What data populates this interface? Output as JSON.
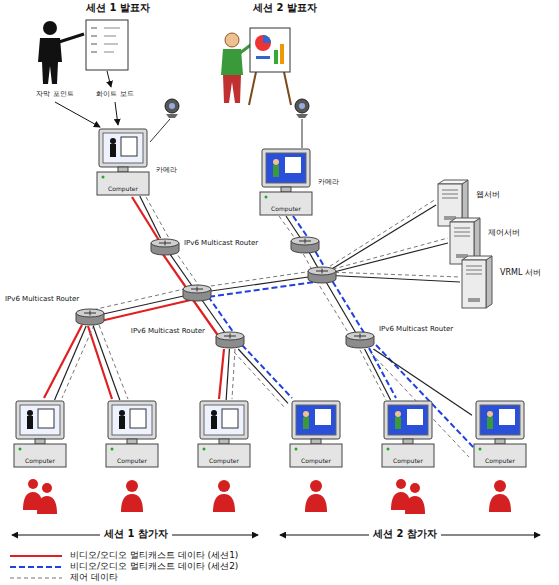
{
  "diagram": {
    "nodes": [
      {
        "text": [
          "Computer"
        ]
      },
      {
        "text": [
          "Computer"
        ]
      },
      {
        "text": [
          "IPv6 Multicast Router"
        ]
      },
      {
        "text": [
          "IPv6 Multicast Router"
        ]
      },
      {
        "text": [
          "IPv6 Multicast Router"
        ]
      },
      {
        "text": [
          "IPv6 Multicast Router"
        ]
      },
      {
        "text": [
          "웹서버"
        ]
      },
      {
        "text": [
          "제어서버"
        ]
      },
      {
        "text": [
          "VRML 서버"
        ]
      },
      {
        "text": [
          "Computer"
        ]
      },
      {
        "text": [
          "Computer"
        ]
      },
      {
        "text": [
          "Computer"
        ]
      },
      {
        "text": [
          "Computer"
        ]
      },
      {
        "text": [
          "Computer"
        ]
      },
      {
        "text": [
          "Computer"
        ]
      }
    ],
    "edges": [
      {
        "from": 0,
        "to": 2,
        "arrow": "none"
      },
      {
        "from": 3,
        "to": 9,
        "arrow": "none"
      },
      {
        "from": 3,
        "to": 10,
        "arrow": "none"
      },
      {
        "from": 4,
        "to": 11,
        "arrow": "none"
      },
      {
        "from": 4,
        "to": 12,
        "arrow": "none"
      },
      {
        "from": 5,
        "to": 13,
        "arrow": "none"
      },
      {
        "from": 5,
        "to": 14,
        "arrow": "none"
      }
    ],
    "labels": [
      "세션 1 발표자",
      "세션 2 발표자",
      "자막 포인트",
      "화이트 보드",
      "카메라",
      "카메라",
      "세션 1 참가자",
      "세션 2 참가자"
    ],
    "legend": [
      {
        "text": "비디오/오디오 멀티캐스트 데이타 (세션1)"
      },
      {
        "text": "비디오/오디오 멀티캐스트 데이타 (세션2)"
      },
      {
        "text": "제어 데이타"
      }
    ]
  }
}
